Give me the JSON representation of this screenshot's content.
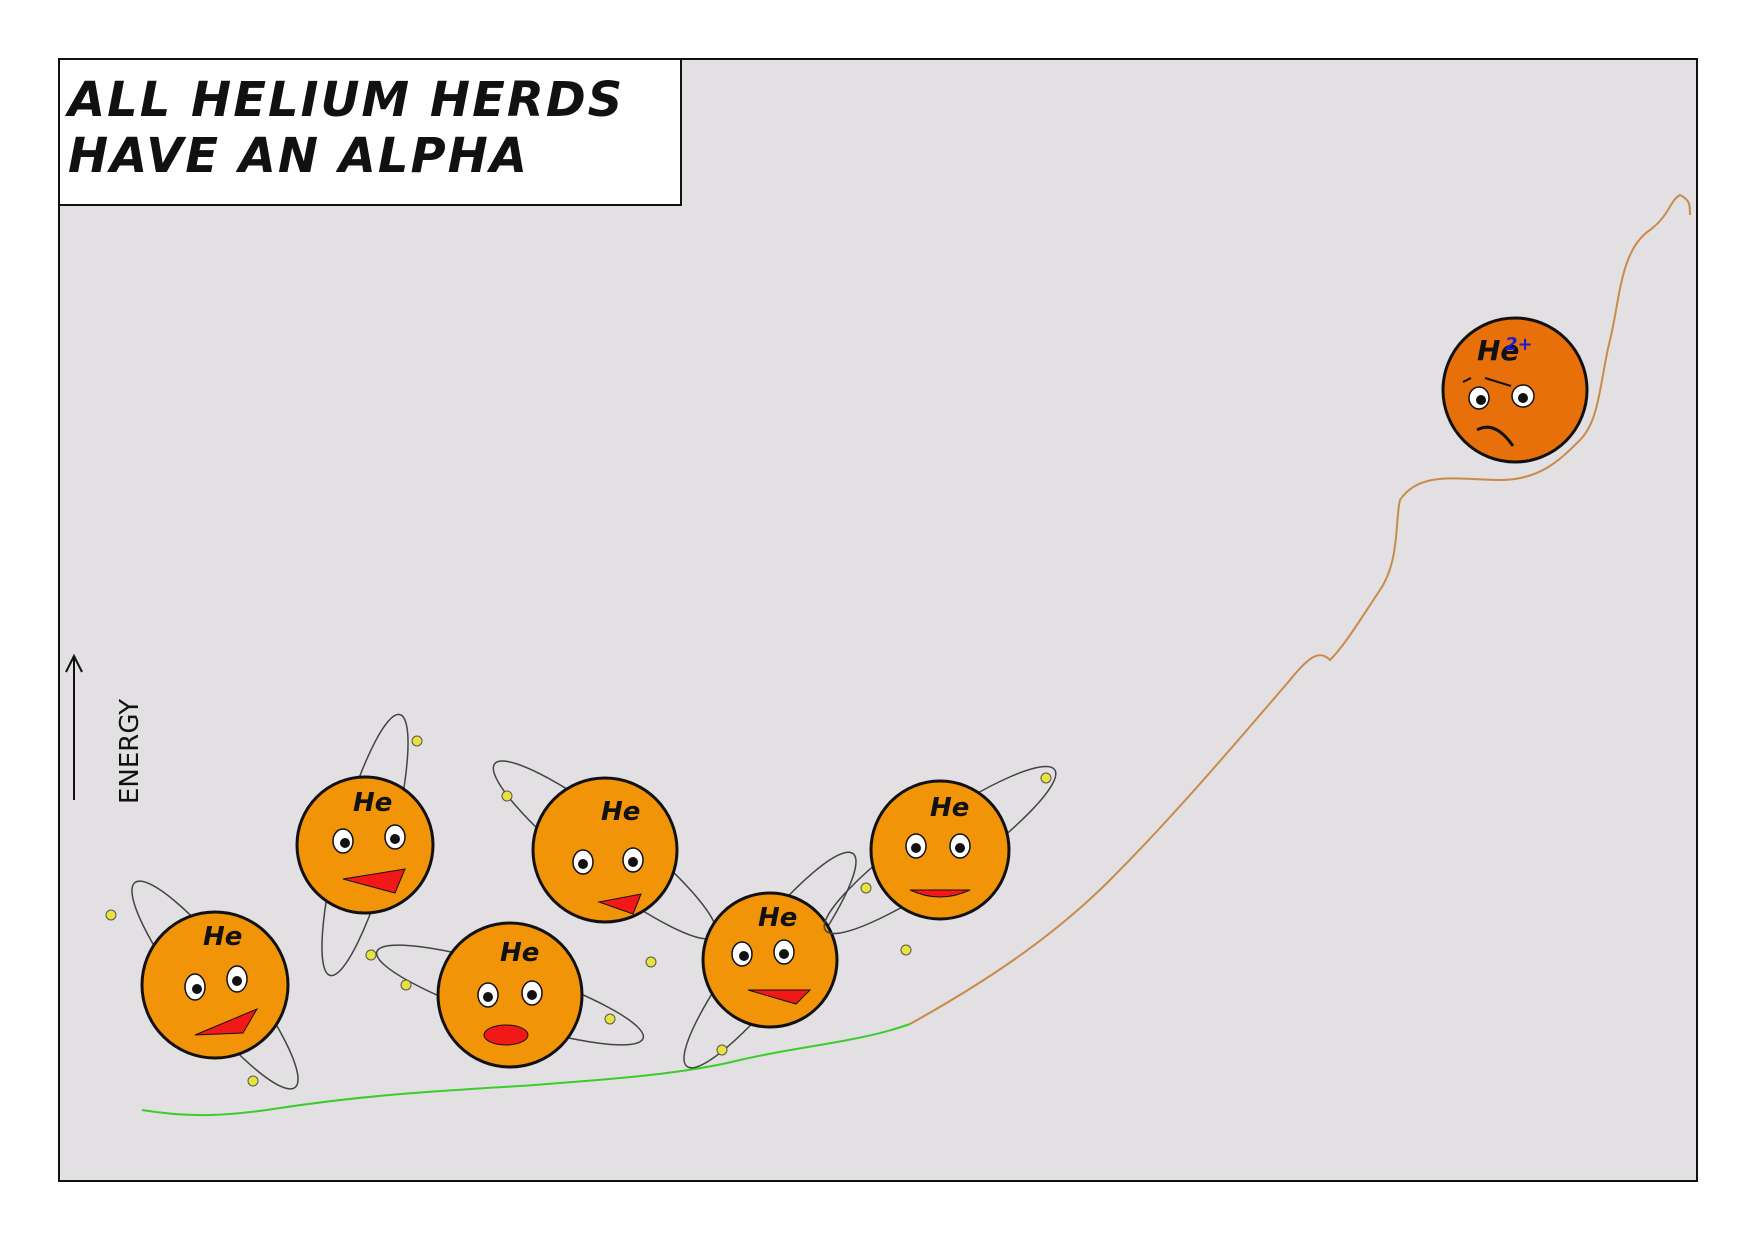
{
  "caption": {
    "line1": "All helium herds",
    "line2": "have an alpha"
  },
  "axis": {
    "label": "ENERGY"
  },
  "atom_label": "He",
  "alpha_label": "He",
  "alpha_charge": "2+",
  "colors": {
    "background": "#e2e0e2",
    "atom_fill": "#f29408",
    "alpha_fill": "#e8700a",
    "mouth": "#f21818",
    "electron": "#e8e23a",
    "low_curve": "#3ccc2c",
    "high_curve": "#c98a4a",
    "charge": "#1c1cd0"
  },
  "icons": [
    "helium-atom-icon",
    "alpha-particle-icon",
    "energy-arrow-icon"
  ]
}
